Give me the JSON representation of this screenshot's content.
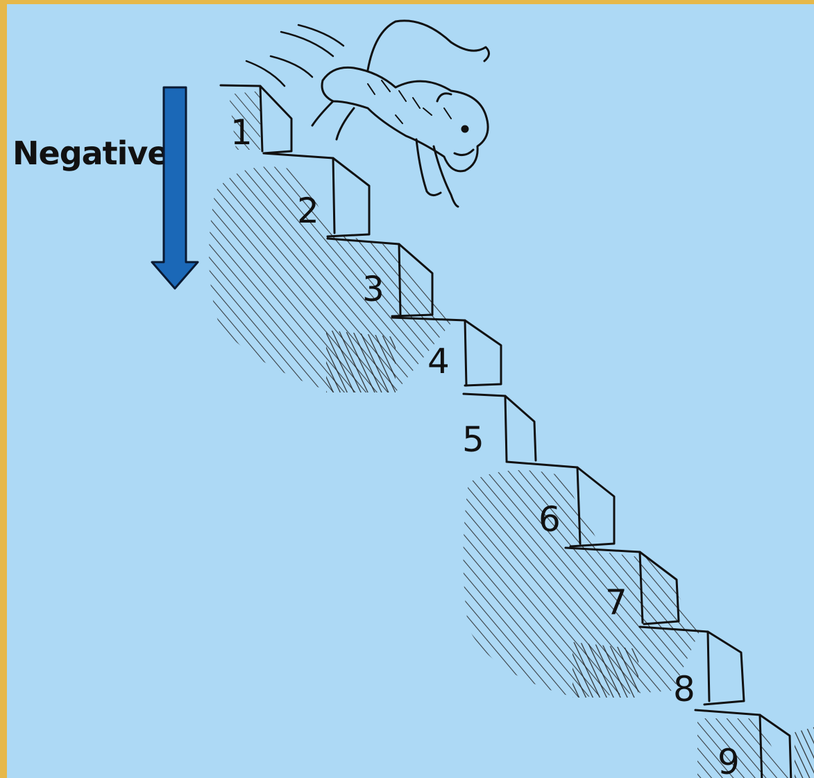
{
  "direction_label": "Negative",
  "step_numbers": [
    "1",
    "2",
    "3",
    "4",
    "5",
    "6",
    "7",
    "8",
    "9"
  ],
  "colors": {
    "background": "#add9f5",
    "border": "#e6b84a",
    "arrow": "#1b68b7",
    "ink": "#111111"
  },
  "icons": [
    "down-arrow-icon",
    "monkey-illustration"
  ]
}
